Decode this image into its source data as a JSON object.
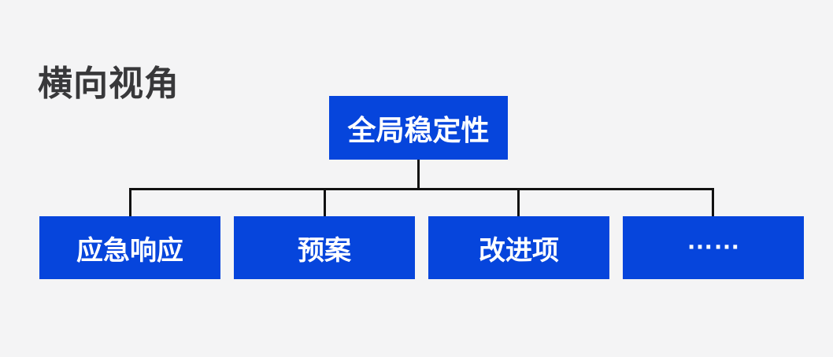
{
  "page": {
    "title": "横向视角"
  },
  "colors": {
    "background": "#F4F4F5",
    "node_fill": "#0645DC",
    "node_text": "#FFFFFF",
    "connector": "#111111",
    "title_text": "#38383A"
  },
  "tree": {
    "root": {
      "label": "全局稳定性"
    },
    "children": [
      {
        "label": "应急响应"
      },
      {
        "label": "预案"
      },
      {
        "label": "改进项"
      },
      {
        "label": "……"
      }
    ]
  }
}
